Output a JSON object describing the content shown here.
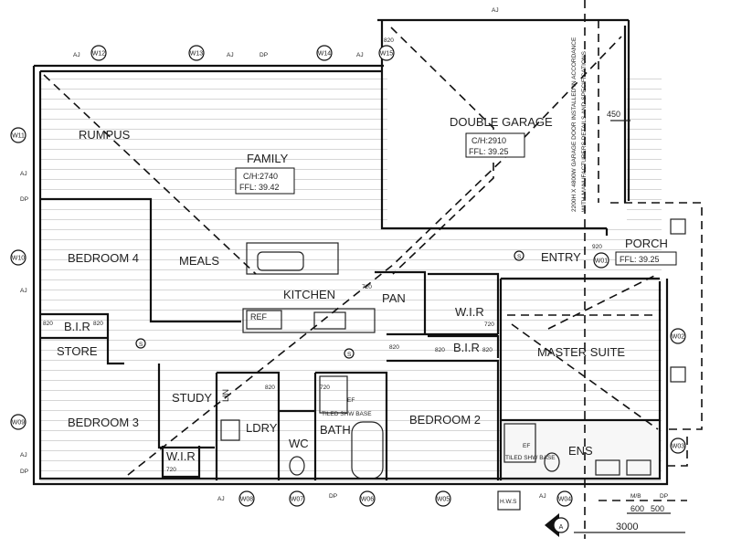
{
  "rooms": {
    "rumpus": "RUMPUS",
    "family": "FAMILY",
    "family_ch": "C/H:2740",
    "family_ffl": "FFL: 39.42",
    "double_garage": "DOUBLE GARAGE",
    "garage_ch": "C/H:2910",
    "garage_ffl": "FFL: 39.25",
    "porch": "PORCH",
    "porch_ffl": "FFL: 39.25",
    "entry": "ENTRY",
    "bedroom4": "BEDROOM 4",
    "meals": "MEALS",
    "kitchen": "KITCHEN",
    "pan": "PAN",
    "ref": "REF",
    "wir_master": "W.I.R",
    "bir_master": "B.I.R",
    "master_suite": "MASTER SUITE",
    "bir_left": "B.I.R",
    "store": "STORE",
    "study": "STUDY",
    "lin": "LIN",
    "ldry": "LDRY",
    "wc": "WC",
    "bath": "BATH",
    "bedroom2": "BEDROOM 2",
    "bedroom3": "BEDROOM 3",
    "wir_bed3": "W.I.R",
    "ens": "ENS",
    "hws": "H.W.S",
    "mb": "M/B"
  },
  "notes": {
    "garage_door": "2200H X 4800W GARAGE DOOR INSTALLED IN ACCORDANCE",
    "garage_door_2": "WITH MANUFACTURERS DETAILS AND SPECIFICATIONS",
    "tiled_shower": "TILED SHW BASE",
    "ef": "EF",
    "section_marker": "A"
  },
  "dimensions": {
    "d450": "450",
    "d600": "600",
    "d500": "500",
    "d3000": "3000",
    "d820": "820",
    "d720": "720",
    "d920": "920"
  },
  "windows": [
    "W01",
    "W02",
    "W03",
    "W04",
    "W05",
    "W06",
    "W07",
    "W08",
    "W09",
    "W10",
    "W11",
    "W12",
    "W13",
    "W14",
    "W15"
  ],
  "markers": {
    "aj": "AJ",
    "dp": "DP",
    "s": "S"
  }
}
